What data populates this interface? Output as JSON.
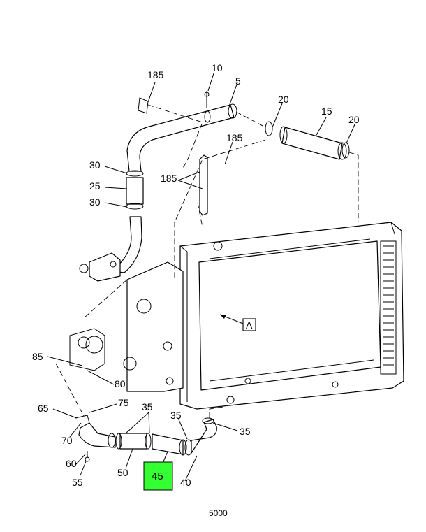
{
  "figure_number": "5000",
  "highlight_color": "#33ff33",
  "view_reference": "A",
  "callouts": {
    "c10": "10",
    "c5": "5",
    "c185_top": "185",
    "c20_left": "20",
    "c15": "15",
    "c20_right": "20",
    "c185_mid": "185",
    "c30_top": "30",
    "c25": "25",
    "c185_left": "185",
    "c30_bottom": "30",
    "c85": "85",
    "c80": "80",
    "c65": "65",
    "c75": "75",
    "c35_a": "35",
    "c35_b": "35",
    "c35_c": "35",
    "c70": "70",
    "c60": "60",
    "c50": "50",
    "c45": "45",
    "c40": "40",
    "c55": "55"
  }
}
